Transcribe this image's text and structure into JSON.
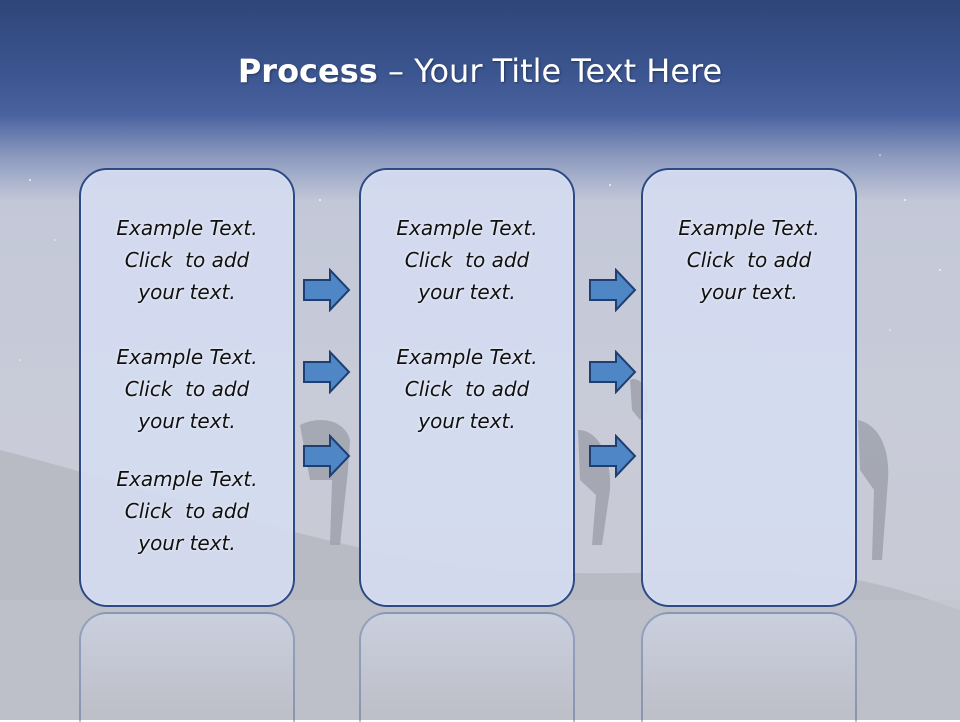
{
  "title": {
    "bold": "Process",
    "rest": "  – Your Title Text Here"
  },
  "columns": [
    {
      "blocks": [
        [
          "Example Text.",
          "Click  to add",
          "your text."
        ],
        [
          "Example Text.",
          "Click  to add",
          "your text."
        ],
        [
          "Example Text.",
          "Click  to add",
          "your text."
        ]
      ]
    },
    {
      "blocks": [
        [
          "Example Text.",
          "Click  to add",
          "your text."
        ],
        [
          "Example Text.",
          "Click  to add",
          "your text."
        ]
      ]
    },
    {
      "blocks": [
        [
          "Example Text.",
          "Click  to add",
          "your text."
        ]
      ]
    }
  ],
  "colors": {
    "arrow_fill": "#4f86c6",
    "arrow_stroke": "#1f3f73",
    "box_border": "#2b4a86"
  }
}
